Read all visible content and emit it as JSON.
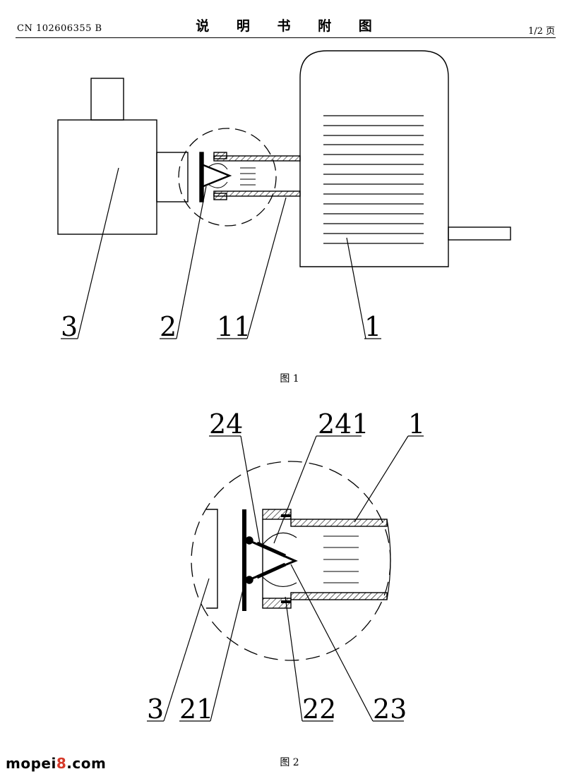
{
  "header": {
    "patent_number": "CN 102606355 B",
    "title": "说 明 书 附 图",
    "page": "1/2 页"
  },
  "figure1": {
    "caption": "图 1",
    "labels": {
      "housing": "3",
      "valve": "2",
      "pipe": "11",
      "motor": "1"
    }
  },
  "figure2": {
    "caption": "图 2",
    "labels": {
      "flap": "24",
      "spring": "241",
      "motor": "1",
      "housing": "3",
      "plate": "21",
      "seat": "22",
      "cone": "23"
    }
  },
  "watermark": {
    "prefix": "mopei",
    "accent": "8",
    "suffix": ".com",
    "accent_color": "#d63a2a"
  }
}
